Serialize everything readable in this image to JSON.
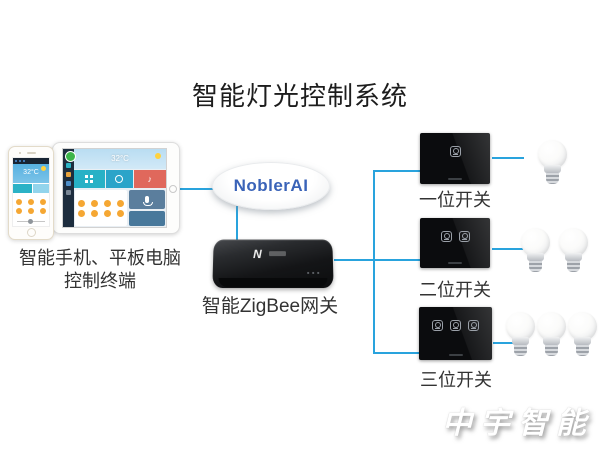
{
  "title": "智能灯光控制系统",
  "terminal": {
    "label_line1": "智能手机、平板电脑",
    "label_line2": "控制终端",
    "tablet": {
      "temp": "32°C",
      "icon_count": 8
    },
    "phone": {
      "temp": "32°C",
      "icon_count": 6
    }
  },
  "cloud": {
    "label": "NoblerAI"
  },
  "gateway": {
    "label": "智能ZigBee网关",
    "logo_text": "N"
  },
  "switches": [
    {
      "label": "一位开关",
      "gangs": 1,
      "bulbs": 1
    },
    {
      "label": "二位开关",
      "gangs": 2,
      "bulbs": 2
    },
    {
      "label": "三位开关",
      "gangs": 3,
      "bulbs": 3
    }
  ],
  "icons": {
    "music_note": "♪"
  },
  "watermark": "中宇智能",
  "colors": {
    "line": "#29A3DD",
    "cloud_text": "#3A63B8",
    "label": "#333333",
    "accent_orange": "#F5A733",
    "accent_teal": "#2DB4C6"
  }
}
